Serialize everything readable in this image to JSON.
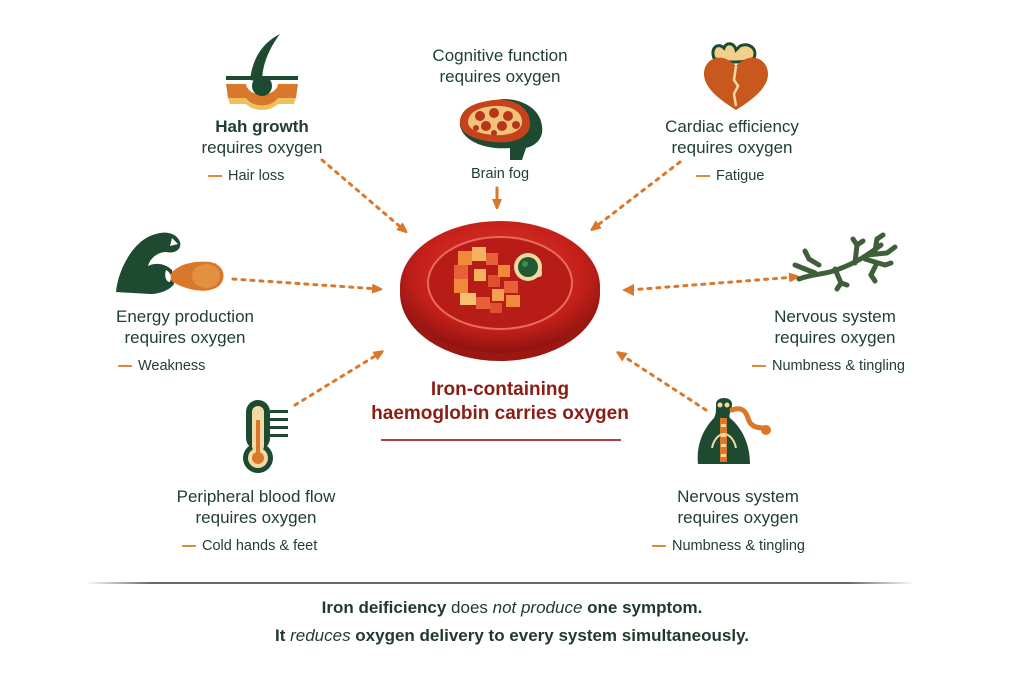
{
  "colors": {
    "dark_green": "#1f4030",
    "accent_orange": "#d9782a",
    "blood_red": "#c62018",
    "caption_red": "#8b1d14"
  },
  "center": {
    "icon": "red-blood-cell-with-haemoglobin-icon",
    "caption_line1": "Iron-containing",
    "caption_line2": "haemoglobin carries oxygen"
  },
  "nodes": [
    {
      "id": "hair",
      "icon": "hair-follicle-icon",
      "title_line1": "Hah growth",
      "title_line2": "requires oxygen",
      "symptom": "Hair loss"
    },
    {
      "id": "cognitive",
      "icon": "brain-icon",
      "title_line1": "Cognitive function",
      "title_line2": "requires oxygen",
      "symptom": "Brain fog"
    },
    {
      "id": "cardiac",
      "icon": "heart-icon",
      "title_line1": "Cardiac efficiency",
      "title_line2": "requires oxygen",
      "symptom": "Fatigue"
    },
    {
      "id": "energy",
      "icon": "flexed-arm-muscle-icon",
      "title_line1": "Energy production",
      "title_line2": "requires oxygen",
      "symptom": "Weakness"
    },
    {
      "id": "nervous-right",
      "icon": "neuron-icon",
      "title_line1": "Nervous system",
      "title_line2": "requires oxygen",
      "symptom": "Numbness & tingling"
    },
    {
      "id": "peripheral",
      "icon": "thermometer-icon",
      "title_line1": "Peripheral blood flow",
      "title_line2": "requires oxygen",
      "symptom": "Cold hands & feet"
    },
    {
      "id": "nervous-bottom",
      "icon": "spine-figure-icon",
      "title_line1": "Nervous system",
      "title_line2": "requires oxygen",
      "symptom": "Numbness & tingling"
    }
  ],
  "footer": {
    "line1_bold": "Iron deificiency",
    "line1_mid": " does ",
    "line1_italic": "not produce",
    "line1_rest": " one symptom.",
    "line2_start": "It ",
    "line2_italic": "reduces",
    "line2_rest": " oxygen delivery to every system simultaneously."
  }
}
